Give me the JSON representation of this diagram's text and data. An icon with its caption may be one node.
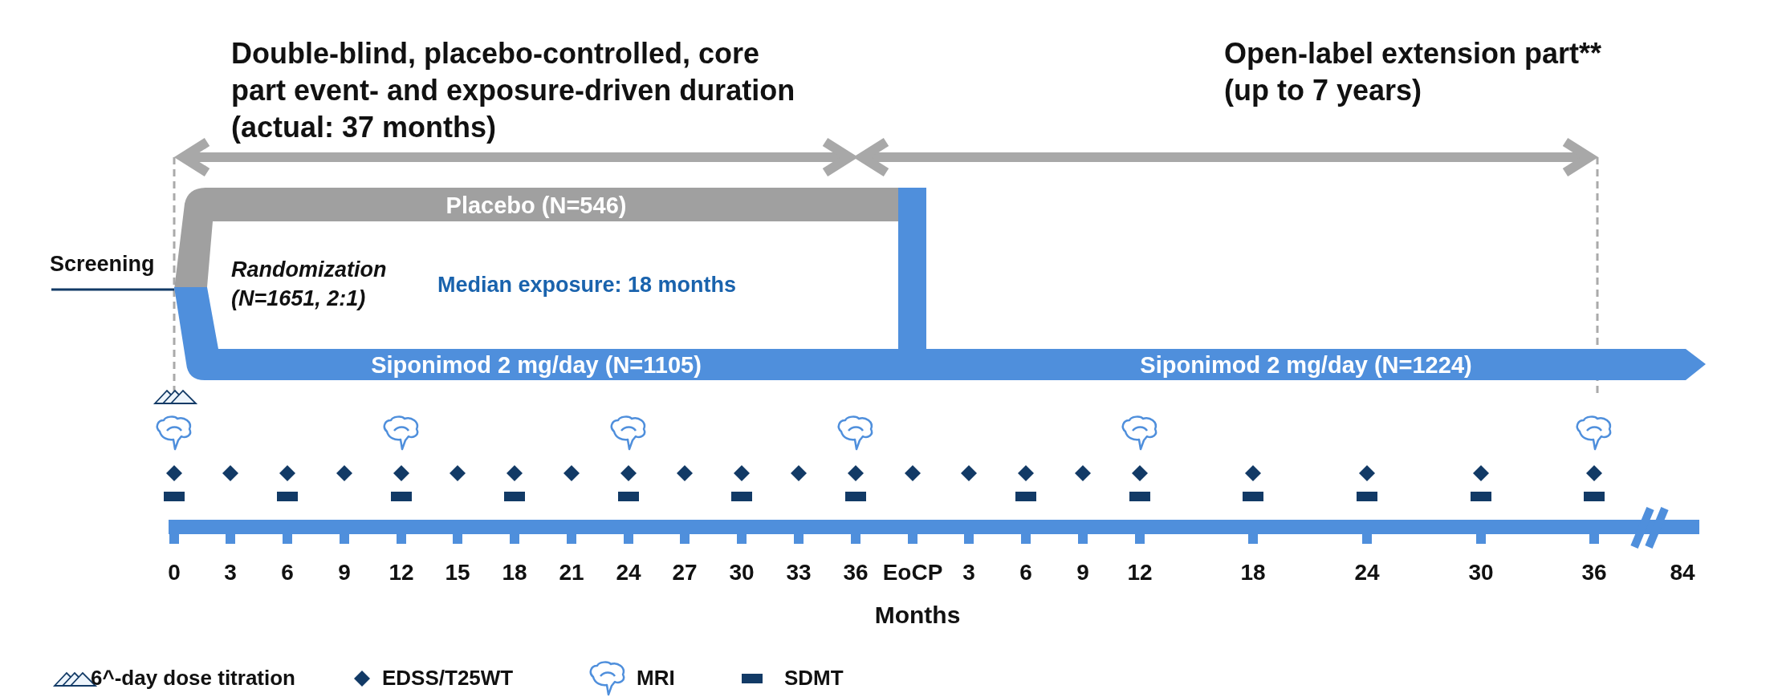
{
  "diagram": {
    "nodes": [
      {
        "text": [
          "Placebo (N=546)"
        ]
      },
      {
        "text": [
          "Siponimod 2 mg/day (N=1105)"
        ]
      },
      {
        "text": [
          "Siponimod 2 mg/day (N=1224)"
        ]
      }
    ],
    "labels": [
      "Double-blind, placebo-controlled, core part event- and exposure-driven duration (actual: 37 months)",
      "Open-label extension part** (up to 7 years)",
      "Screening",
      "Randomization (N=1651, 2:1)",
      "Median exposure: 18 months",
      "0",
      "3",
      "6",
      "9",
      "12",
      "15",
      "18",
      "21",
      "24",
      "27",
      "30",
      "33",
      "36",
      "EoCP",
      "3",
      "6",
      "9",
      "12",
      "18",
      "24",
      "30",
      "36",
      "84",
      "Months"
    ],
    "legend": [
      {
        "text": "6^-day dose titration"
      },
      {
        "text": "EDSS/T25WT"
      },
      {
        "text": "MRI"
      },
      {
        "text": "SDMT"
      }
    ]
  }
}
